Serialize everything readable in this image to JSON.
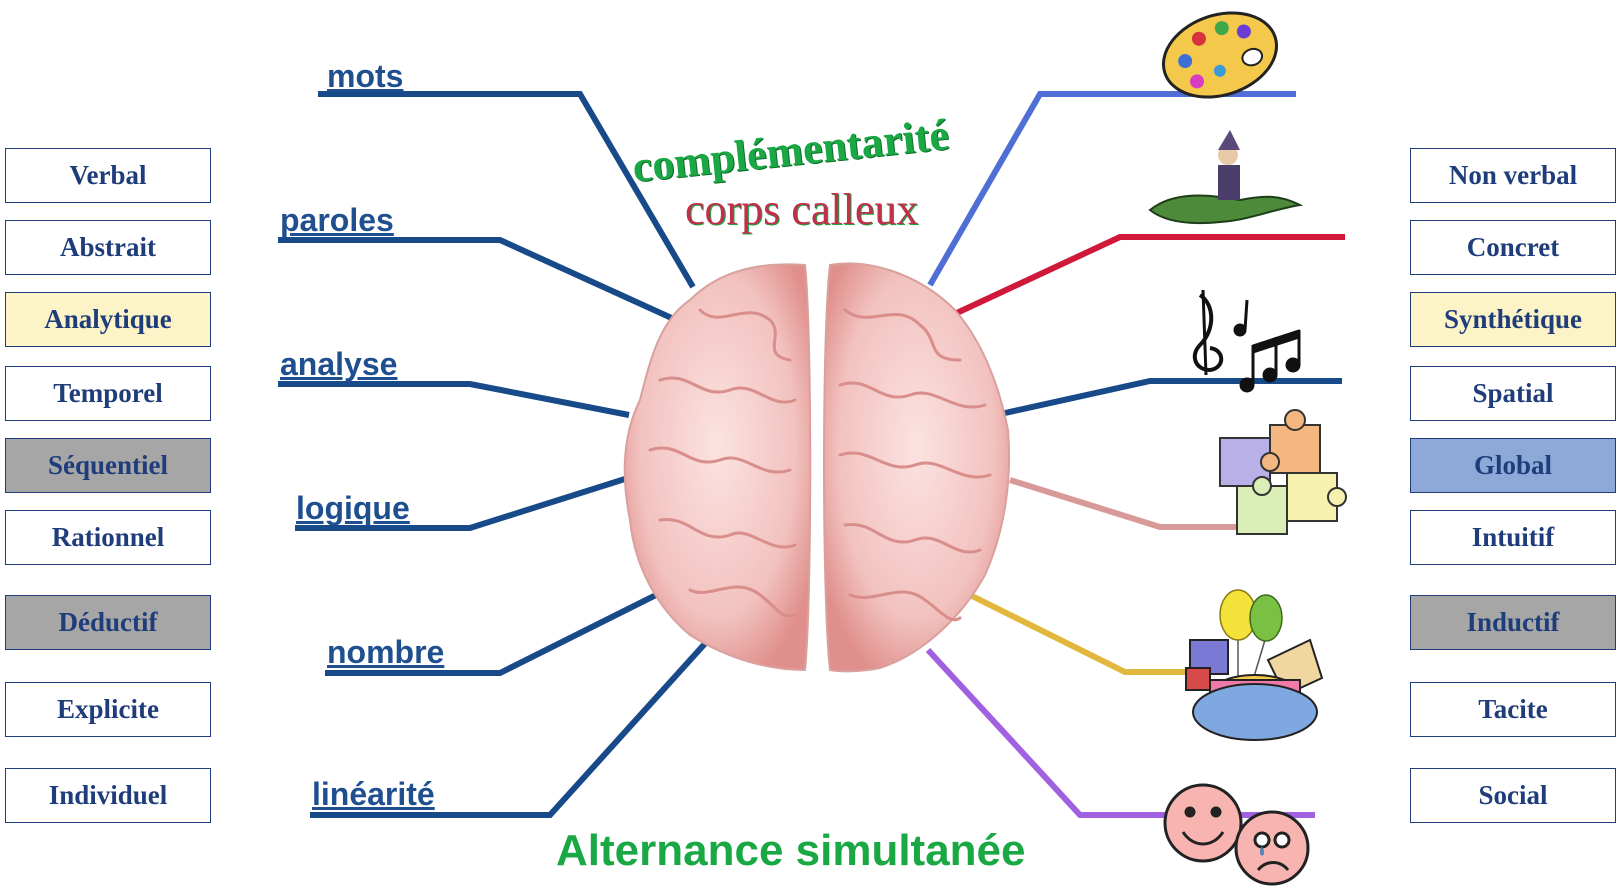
{
  "left_boxes": [
    "Verbal",
    "Abstrait",
    "Analytique",
    "Temporel",
    "Séquentiel",
    "Rationnel",
    "Déductif",
    "Explicite",
    "Individuel"
  ],
  "right_boxes": [
    "Non verbal",
    "Concret",
    "Synthétique",
    "Spatial",
    "Global",
    "Intuitif",
    "Inductif",
    "Tacite",
    "Social"
  ],
  "left_labels": [
    "mots",
    "paroles",
    "analyse",
    "logique",
    "nombre",
    "linéarité"
  ],
  "title_top": "complémentarité",
  "title_sub": "corps calleux",
  "bottom_title": "Alternance simultanée",
  "colors": {
    "box_text": "#1f3d7a",
    "highlight_yellow": "#fcf3c6",
    "highlight_gray": "#a6a6a6",
    "highlight_blue": "#8ea9d8",
    "line_left": "#184a8a",
    "green_title": "#1aa844",
    "red_subtitle": "#c0304a",
    "brain_fill": "#f3c9c6"
  },
  "right_icons": [
    "palette-icon",
    "wizard-dragon-icon",
    "music-notes-icon",
    "puzzle-icon",
    "birthday-party-icon",
    "happy-sad-faces-icon"
  ]
}
